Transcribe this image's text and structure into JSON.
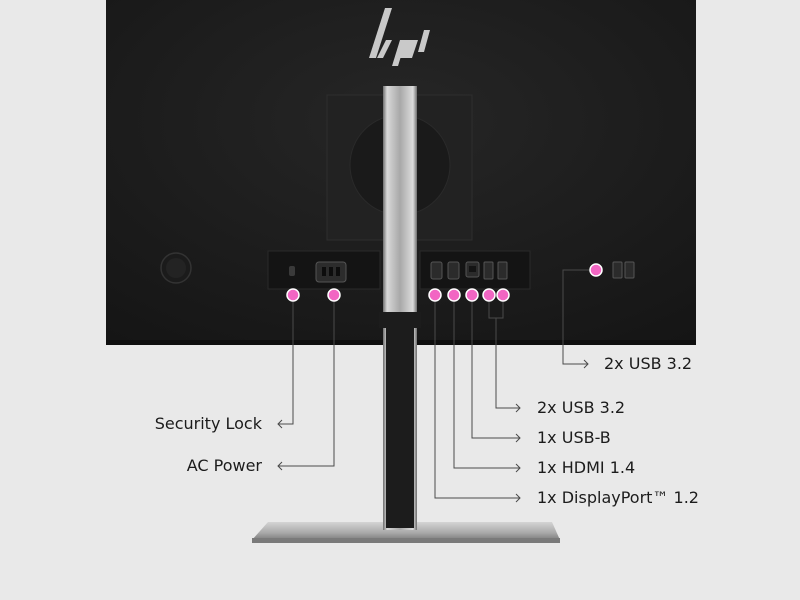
{
  "brand": {
    "logo_text": "hp"
  },
  "colors": {
    "background": "#e9e9e9",
    "monitor": "#1d1d1d",
    "callout_dot": "#f266c3",
    "line": "#4a4a4a",
    "stand": "#b9b9b9"
  },
  "callouts": {
    "security_lock": "Security Lock",
    "ac_power": "AC Power",
    "usb32_side": "2x USB 3.2",
    "usb32_rear": "2x USB 3.2",
    "usb_b": "1x USB-B",
    "hdmi": "1x HDMI 1.4",
    "displayport": "1x DisplayPort™ 1.2"
  }
}
